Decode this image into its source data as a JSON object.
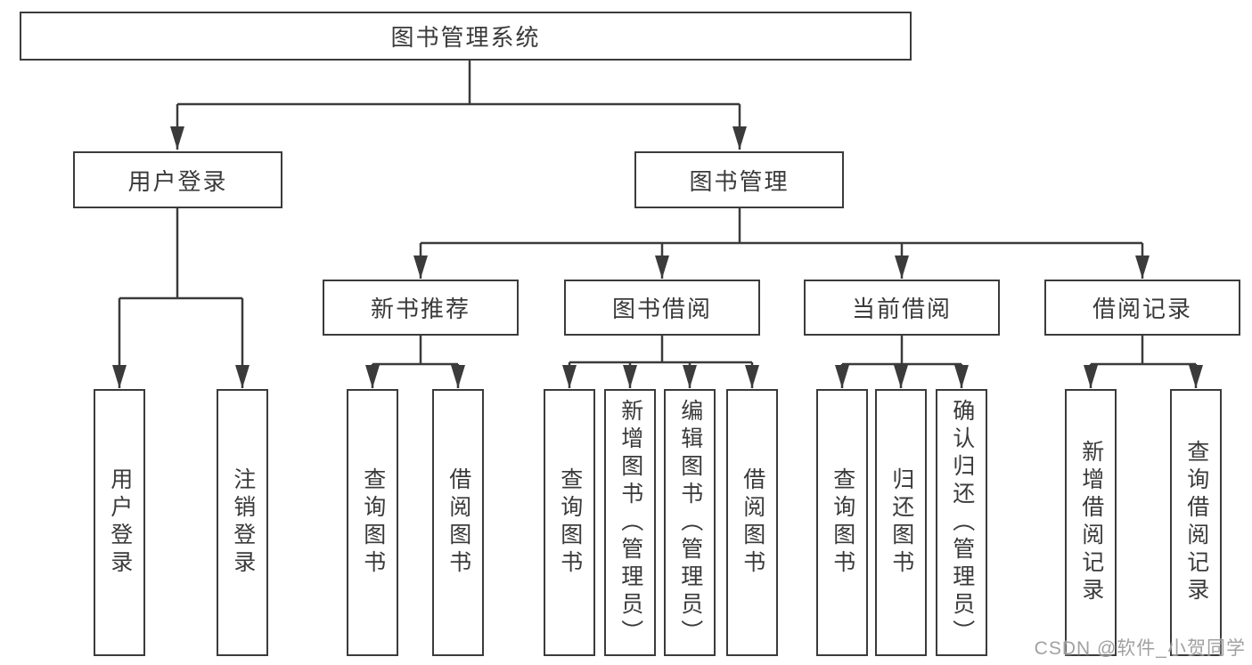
{
  "diagram": {
    "type": "tree",
    "root": {
      "label": "图书管理系统",
      "children": [
        {
          "label": "用户登录",
          "children": [
            {
              "label": "用户登录"
            },
            {
              "label": "注销登录"
            }
          ]
        },
        {
          "label": "图书管理",
          "children": [
            {
              "label": "新书推荐",
              "children": [
                {
                  "label": "查询图书"
                },
                {
                  "label": "借阅图书"
                }
              ]
            },
            {
              "label": "图书借阅",
              "children": [
                {
                  "label": "查询图书"
                },
                {
                  "label": "新增图书（管理员）"
                },
                {
                  "label": "编辑图书（管理员）"
                },
                {
                  "label": "借阅图书"
                }
              ]
            },
            {
              "label": "当前借阅",
              "children": [
                {
                  "label": "查询图书"
                },
                {
                  "label": "归还图书"
                },
                {
                  "label": "确认归还（管理员）"
                }
              ]
            },
            {
              "label": "借阅记录",
              "children": [
                {
                  "label": "新增借阅记录"
                },
                {
                  "label": "查询借阅记录"
                }
              ]
            }
          ]
        }
      ]
    },
    "colors": {
      "line": "#3b3b3b",
      "text": "#3a3a3a",
      "background": "#ffffff",
      "watermark": "#919191"
    }
  },
  "watermark": {
    "text": "CSDN @软件_小贺同学"
  }
}
